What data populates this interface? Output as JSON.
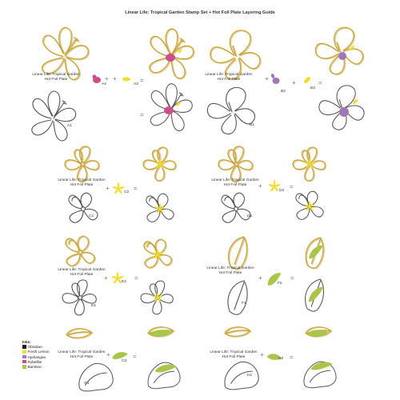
{
  "title": "Linear Life: Tropical Garden Stamp Set + Hot Foil Plate Layering Guide",
  "plate_label": "Linear Life: Tropical Garden Hot Foil Plate",
  "operators": {
    "plus": "+",
    "equals": "="
  },
  "sections": [
    {
      "id": "A",
      "outline_label": "A1",
      "layer_labels": [
        "A2",
        "A3"
      ]
    },
    {
      "id": "B",
      "outline_label": "B1",
      "layer_labels": [
        "B2",
        "B3"
      ]
    },
    {
      "id": "C",
      "outline_label": "C1",
      "layer_labels": [
        "C2"
      ]
    },
    {
      "id": "D",
      "outline_label": "D1",
      "layer_labels": [
        "D2"
      ]
    },
    {
      "id": "E",
      "outline_label": "E1",
      "layer_labels": [
        "E2"
      ]
    },
    {
      "id": "F",
      "outline_label": "F1",
      "layer_labels": [
        "F2"
      ]
    },
    {
      "id": "G",
      "outline_label": "G1",
      "layer_labels": [
        "G2"
      ]
    },
    {
      "id": "H",
      "outline_label": "H1",
      "layer_labels": [
        "H2"
      ]
    }
  ],
  "inks": {
    "title": "Inks:",
    "items": [
      {
        "name": "Obsidian",
        "color": "#1a1a1a"
      },
      {
        "name": "Fresh Lemon",
        "color": "#f3dc2a"
      },
      {
        "name": "Hydrangea",
        "color": "#a277b8"
      },
      {
        "name": "Rubellite",
        "color": "#cc4f8a"
      },
      {
        "name": "Bamboo",
        "color": "#a9c54a"
      }
    ]
  },
  "colors": {
    "gold": "#c8a43a",
    "outline": "#555555",
    "lemon": "#f3dc2a",
    "hydrangea": "#a277b8",
    "rubellite": "#cc4f8a",
    "bamboo": "#a9c54a"
  }
}
